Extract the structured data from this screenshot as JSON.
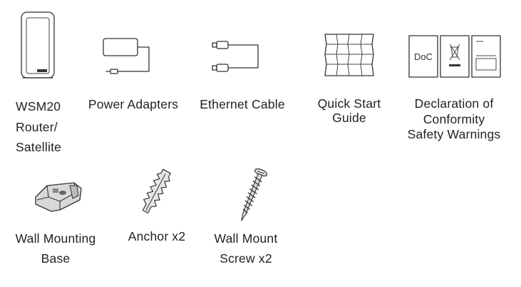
{
  "items": [
    {
      "id": "router",
      "icon": "router-icon",
      "lines": [
        "WSM20",
        "Router/",
        "Satellite"
      ]
    },
    {
      "id": "power",
      "icon": "power-adapter-icon",
      "lines": [
        "Power Adapters"
      ]
    },
    {
      "id": "ethernet",
      "icon": "ethernet-cable-icon",
      "lines": [
        "Ethernet Cable"
      ]
    },
    {
      "id": "qsg",
      "icon": "quick-start-guide-icon",
      "lines": [
        "Quick Start",
        "Guide"
      ]
    },
    {
      "id": "doc",
      "icon": "declaration-of-conformity-icon",
      "doc_text": "DoC",
      "lines": [
        "Declaration of",
        "Conformity",
        "Safety Warnings"
      ]
    },
    {
      "id": "wallbase",
      "icon": "wall-mounting-base-icon",
      "lines": [
        "Wall Mounting",
        "Base"
      ]
    },
    {
      "id": "anchor",
      "icon": "anchor-icon",
      "lines": [
        "Anchor x2"
      ]
    },
    {
      "id": "screw",
      "icon": "screw-icon",
      "lines": [
        "Wall Mount",
        "Screw x2"
      ]
    }
  ]
}
